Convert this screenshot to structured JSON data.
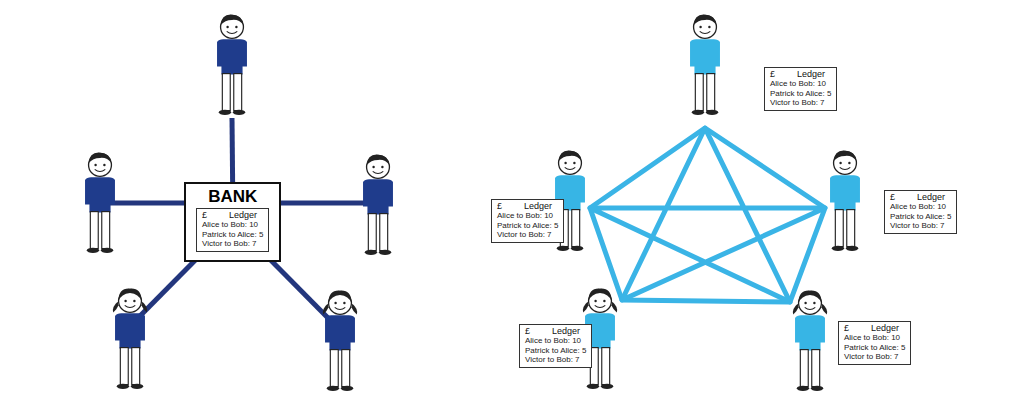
{
  "diagram": {
    "nodes": [
      {
        "text": [
          "BANK"
        ]
      },
      {
        "text": [
          "£",
          "Ledger",
          "Alice to Bob: 10",
          "Patrick to Alice: 5",
          "Victor to Bob: 7"
        ],
        "in": 0
      },
      {
        "text": [
          "£",
          "Ledger",
          "Alice to Bob: 10",
          "Patrick to Alice: 5",
          "Victor to Bob: 7"
        ]
      },
      {
        "text": [
          "£",
          "Ledger",
          "Alice to Bob: 10",
          "Patrick to Alice: 5",
          "Victor to Bob: 7"
        ]
      },
      {
        "text": [
          "£",
          "Ledger",
          "Alice to Bob: 10",
          "Patrick to Alice: 5",
          "Victor to Bob: 7"
        ]
      },
      {
        "text": [
          "£",
          "Ledger",
          "Alice to Bob: 10",
          "Patrick to Alice: 5",
          "Victor to Bob: 7"
        ]
      },
      {
        "text": [
          "£",
          "Ledger",
          "Alice to Bob: 10",
          "Patrick to Alice: 5",
          "Victor to Bob: 7"
        ]
      }
    ]
  }
}
